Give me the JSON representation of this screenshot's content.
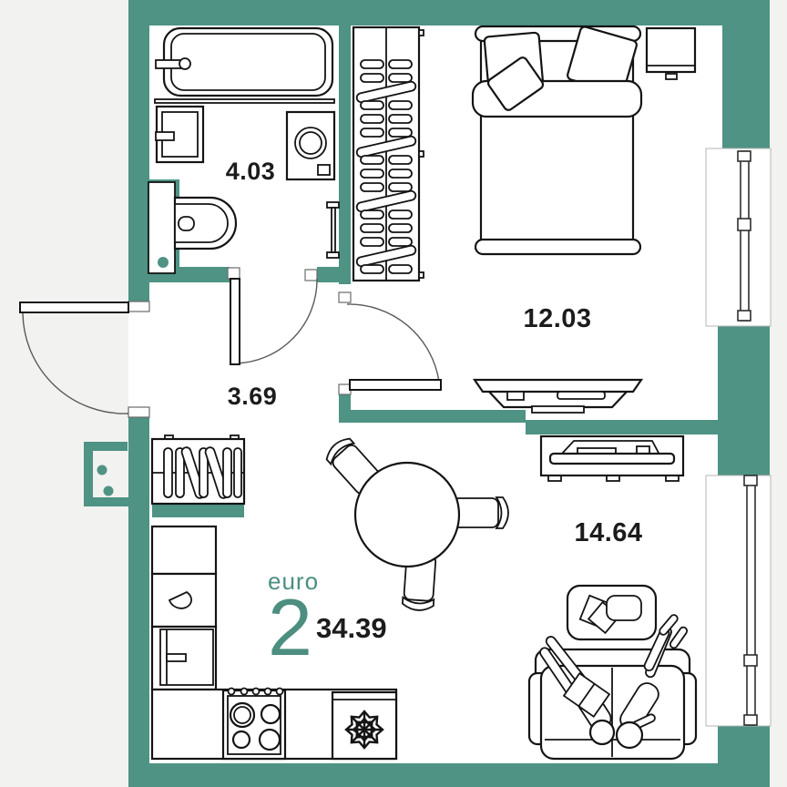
{
  "plan": {
    "type_label": "euro",
    "rooms_count": "2",
    "total_area": "34.39",
    "rooms": {
      "bathroom": {
        "area": "4.03"
      },
      "hallway": {
        "area": "3.69"
      },
      "bedroom": {
        "area": "12.03"
      },
      "living_kitchen": {
        "area": "14.64"
      }
    },
    "colors": {
      "wall": "#4e9384",
      "accent_text": "#4c8e80",
      "line_art": "#141414",
      "background": "#f2f2f1",
      "floor": "#ffffff"
    },
    "icons": {
      "fridge": "snowflake-icon",
      "wardrobe": "hanger-rack-icon",
      "hall_closet": "hanger-rack-icon"
    }
  }
}
